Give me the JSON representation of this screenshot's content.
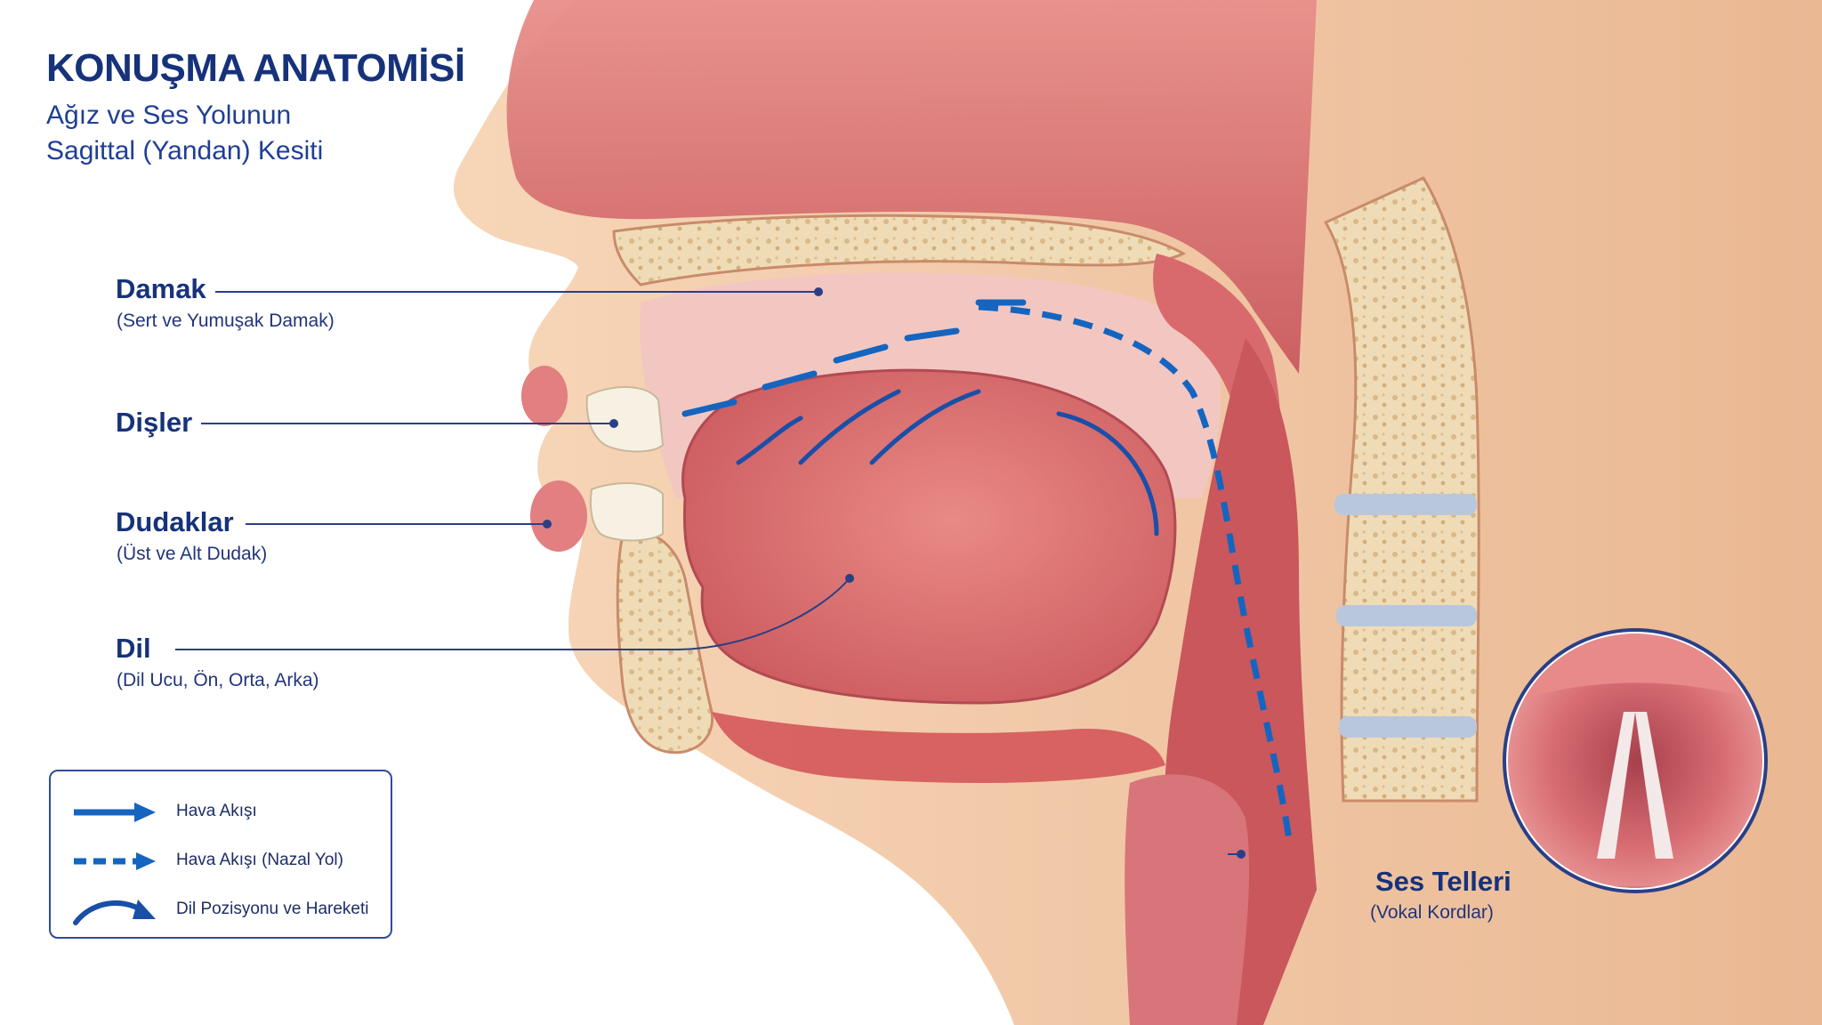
{
  "header": {
    "title": "KONUŞMA ANATOMİSİ",
    "subtitle_line1": "Ağız ve Ses Yolunun",
    "subtitle_line2": "Sagittal (Yandan) Kesiti"
  },
  "labels": {
    "palate": {
      "name": "Damak",
      "detail": "(Sert ve Yumuşak Damak)"
    },
    "teeth": {
      "name": "Dişler"
    },
    "lips": {
      "name": "Dudaklar",
      "detail": "(Üst ve Alt Dudak)"
    },
    "tongue": {
      "name": "Dil",
      "detail": "(Dil Ucu, Ön, Orta, Arka)"
    },
    "vocal_cords": {
      "name": "Ses Telleri",
      "detail": "(Vokal Kordlar)"
    }
  },
  "legend": {
    "items": [
      {
        "label": "Hava Akışı",
        "icon": "solid-arrow-icon"
      },
      {
        "label": "Hava Akışı (Nazal Yol)",
        "icon": "dashed-arrow-icon"
      },
      {
        "label": "Dil Pozisyonu ve Hareketi",
        "icon": "curved-arrow-icon"
      }
    ]
  },
  "colors": {
    "title": "#16327a",
    "accent_blue": "#1565c0",
    "leader_line": "#2a3f86",
    "skin": "#f1c9a6",
    "tissue": "#e07a7a",
    "bone": "#efdcb7",
    "muscle": "#d4575a"
  }
}
